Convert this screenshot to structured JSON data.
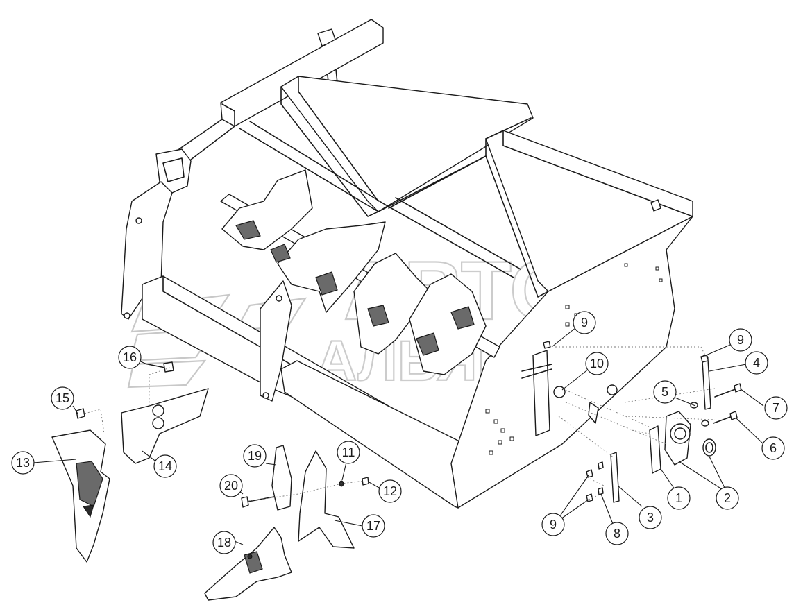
{
  "watermark": {
    "line1": "АВТО",
    "line2": "АЛЬЯНС"
  },
  "callouts": [
    {
      "label": "1"
    },
    {
      "label": "2"
    },
    {
      "label": "3"
    },
    {
      "label": "4"
    },
    {
      "label": "5"
    },
    {
      "label": "6"
    },
    {
      "label": "7"
    },
    {
      "label": "8"
    },
    {
      "label": "9"
    },
    {
      "label": "9"
    },
    {
      "label": "9"
    },
    {
      "label": "10"
    },
    {
      "label": "11"
    },
    {
      "label": "12"
    },
    {
      "label": "13"
    },
    {
      "label": "14"
    },
    {
      "label": "15"
    },
    {
      "label": "16"
    },
    {
      "label": "17"
    },
    {
      "label": "18"
    },
    {
      "label": "19"
    },
    {
      "label": "20"
    }
  ]
}
